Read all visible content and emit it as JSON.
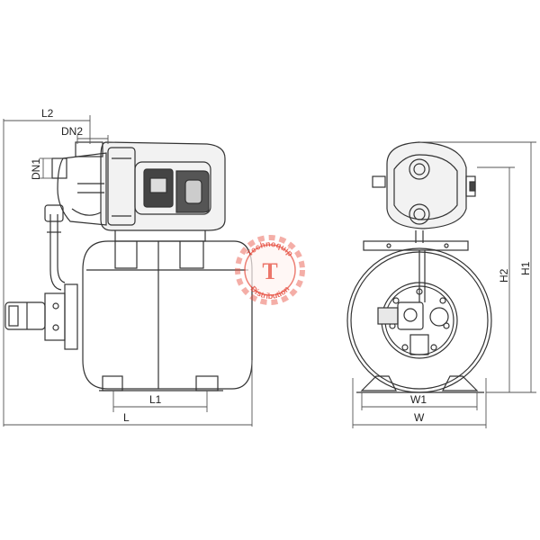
{
  "dimensions": {
    "side_view": {
      "L2": "L2",
      "DN2": "DN2",
      "DN1": "DN1",
      "L1": "L1",
      "L": "L"
    },
    "front_view": {
      "H1": "H1",
      "H2": "H2",
      "W1": "W1",
      "W": "W"
    }
  },
  "watermark": {
    "top_text": "Technoquip",
    "bottom_text": "Distribution",
    "center_letter": "T",
    "color": "#e64b3c"
  },
  "colors": {
    "line": "#333333",
    "dim_line": "#555555",
    "background": "#ffffff"
  }
}
